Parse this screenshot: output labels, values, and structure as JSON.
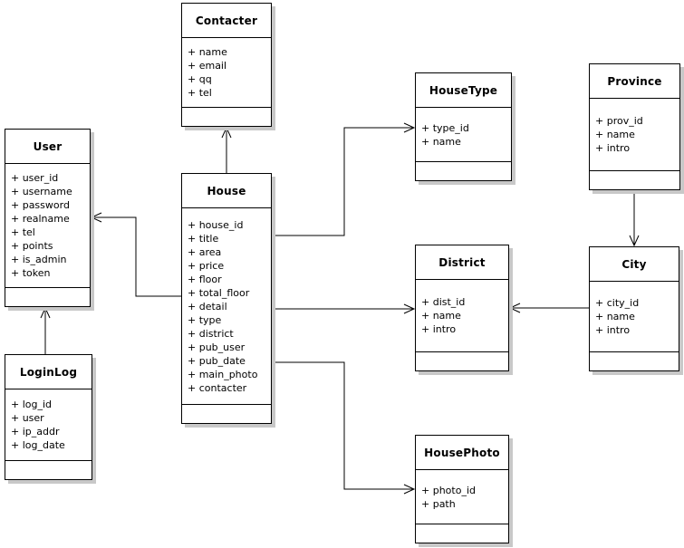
{
  "entities": [
    {
      "name": "Contacter",
      "attributes": [
        "+ name",
        "+ email",
        "+ qq",
        "+ tel"
      ]
    },
    {
      "name": "User",
      "attributes": [
        "+ user_id",
        "+ username",
        "+ password",
        "+ realname",
        "+ tel",
        "+ points",
        "+ is_admin",
        "+ token"
      ]
    },
    {
      "name": "LoginLog",
      "attributes": [
        "+ log_id",
        "+ user",
        "+ ip_addr",
        "+ log_date"
      ]
    },
    {
      "name": "House",
      "attributes": [
        "+ house_id",
        "+ title",
        "+ area",
        "+ price",
        "+ floor",
        "+ total_floor",
        "+ detail",
        "+ type",
        "+ district",
        "+ pub_user",
        "+ pub_date",
        "+ main_photo",
        "+ contacter"
      ]
    },
    {
      "name": "HouseType",
      "attributes": [
        "+ type_id",
        "+ name"
      ]
    },
    {
      "name": "Province",
      "attributes": [
        "+ prov_id",
        "+ name",
        "+ intro"
      ]
    },
    {
      "name": "District",
      "attributes": [
        "+ dist_id",
        "+ name",
        "+ intro"
      ]
    },
    {
      "name": "City",
      "attributes": [
        "+ city_id",
        "+ name",
        "+ intro"
      ]
    },
    {
      "name": "HousePhoto",
      "attributes": [
        "+ photo_id",
        "+ path"
      ]
    }
  ],
  "relations": [
    {
      "from": "House",
      "to": "Contacter"
    },
    {
      "from": "House",
      "to": "User"
    },
    {
      "from": "LoginLog",
      "to": "User"
    },
    {
      "from": "House",
      "to": "HouseType"
    },
    {
      "from": "House",
      "to": "District"
    },
    {
      "from": "House",
      "to": "HousePhoto"
    },
    {
      "from": "Province",
      "to": "City"
    },
    {
      "from": "City",
      "to": "District"
    }
  ],
  "colors": {
    "background": "#ffffff",
    "box_fill": "#ffffff",
    "border": "#000000",
    "text": "#000000",
    "shadow": "#c8c8c8"
  }
}
